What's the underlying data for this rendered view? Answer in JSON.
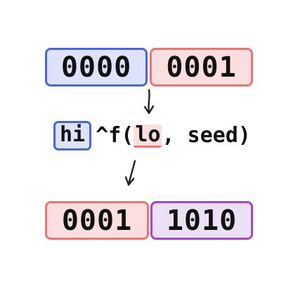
{
  "diagram": {
    "input": {
      "hi": "0000",
      "lo": "0001"
    },
    "formula": {
      "hi": "hi",
      "op_prefix": "^f(",
      "lo": "lo",
      "suffix": ", seed)"
    },
    "output": {
      "lo": "0001",
      "new": "1010"
    }
  },
  "colors": {
    "hi_fill": "#dde3fb",
    "hi_stroke": "#4a63e0",
    "lo_fill": "#fbdfdf",
    "lo_stroke": "#ee7373",
    "new_fill": "#ece0f6",
    "new_stroke": "#a346cc",
    "arrow": "#222222"
  },
  "icons": {
    "arrow_1": "arrow-down-icon",
    "arrow_2": "arrow-down-left-icon"
  }
}
